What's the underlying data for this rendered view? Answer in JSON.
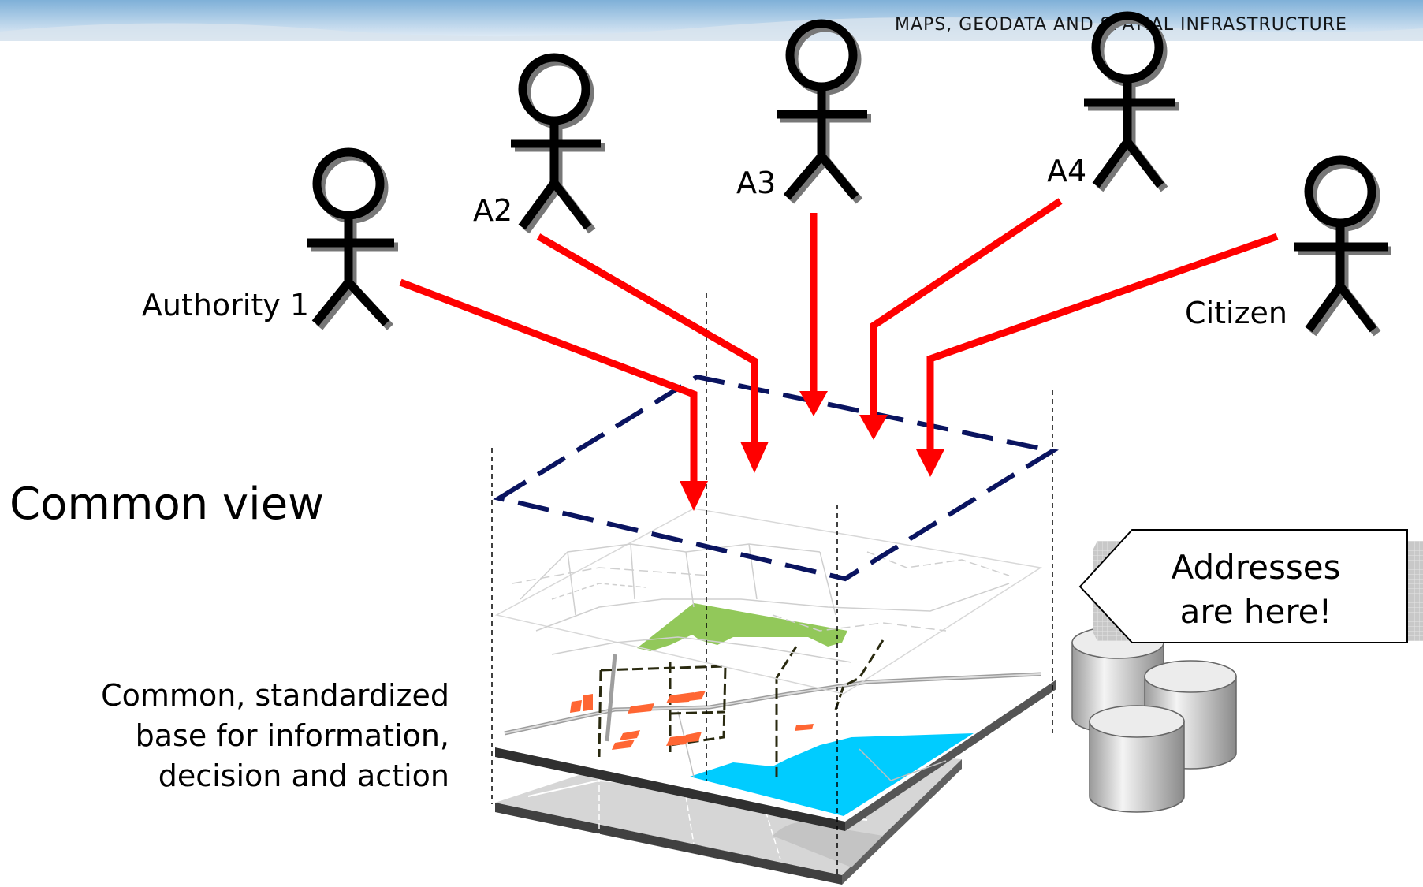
{
  "header": {
    "text": "MAPS, GEODATA AND SPATIAL INFRASTRUCTURE"
  },
  "actors": {
    "authority1": "Authority 1",
    "a2": "A2",
    "a3": "A3",
    "a4": "A4",
    "citizen": "Citizen"
  },
  "common_view": "Common view",
  "base_text": {
    "line1": "Common, standardized",
    "line2": "base for information,",
    "line3": "decision and action"
  },
  "callout": {
    "line1": "Addresses",
    "line2": "are here!"
  },
  "colors": {
    "arrow": "#ff0000",
    "plane_dash": "#0a1460",
    "park": "#92c85a",
    "lake": "#00ccff",
    "buildings": "#ff6633"
  }
}
